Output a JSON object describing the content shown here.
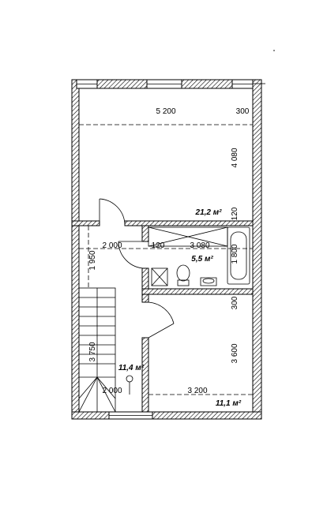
{
  "plan": {
    "dimensions": {
      "top_width": "5 200",
      "top_right_wall": "300",
      "room1_height": "4 080",
      "mid_wall_right": "120",
      "hall_width": "2 000",
      "mid_partition": "120",
      "bath_width": "3 080",
      "bath_depth": "1 800",
      "hall_height": "1 950",
      "lower_right_wall": "300",
      "room2_height": "3 600",
      "stair_height": "3 750",
      "bottom_left_width": "2 000",
      "bottom_right_width": "3 200"
    },
    "areas": {
      "room1": "21,2 м²",
      "bathroom": "5,5 м²",
      "hall": "11,4 м²",
      "room2": "11,1 м²"
    }
  }
}
